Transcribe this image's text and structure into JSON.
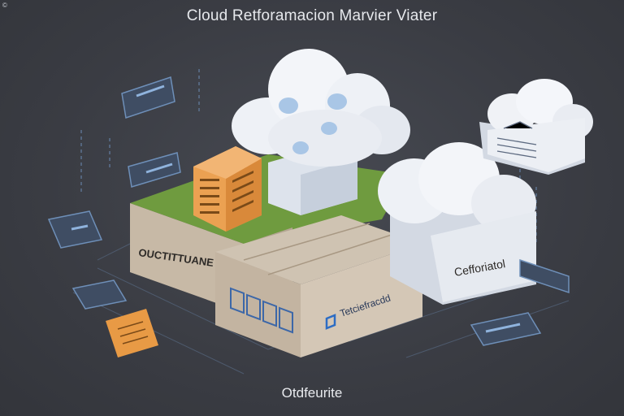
{
  "header": {
    "title": "Cloud Retforamacion Marvier Viater",
    "corner_mark": "©"
  },
  "scene": {
    "box_left_label": "OUCTITTUANE",
    "box_right_label": "Tetciefracdd",
    "cloud_right_label": "Cefforiatol",
    "caption": "Otdfeurite"
  },
  "colors": {
    "background": "#3b3d44",
    "box": "#cdbfad",
    "grass": "#6f9b3f",
    "building": "#eba152",
    "cloud": "#e9ecf2",
    "outline": "#6e8fb8"
  }
}
